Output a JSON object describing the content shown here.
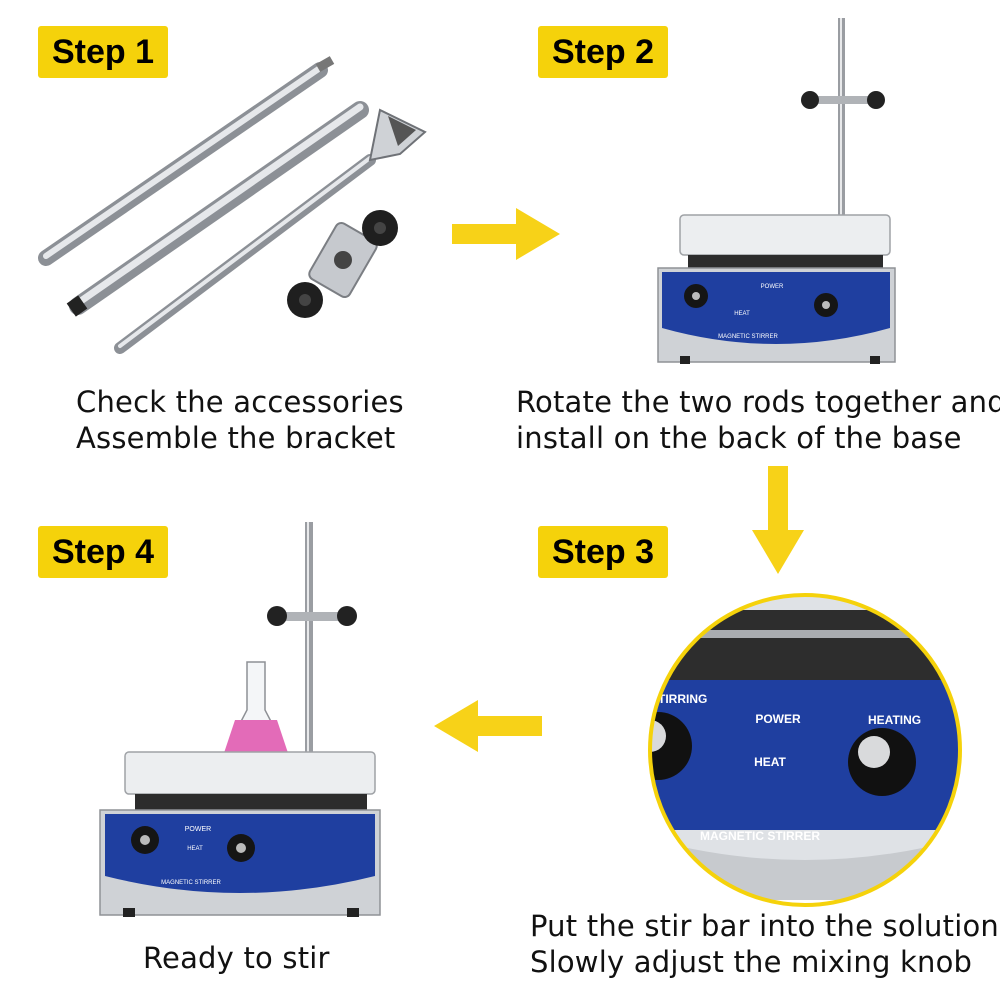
{
  "steps": {
    "step1": {
      "badge": "Step 1",
      "lines": [
        "Check the accessories",
        "Assemble the bracket"
      ]
    },
    "step2": {
      "badge": "Step 2",
      "lines": [
        "Rotate the two rods together and",
        "install on the back of the base"
      ]
    },
    "step3": {
      "badge": "Step 3",
      "lines": [
        "Put the stir bar into the solution",
        "Slowly adjust the mixing knob"
      ]
    },
    "step4": {
      "badge": "Step 4",
      "lines": [
        "Ready to stir"
      ]
    }
  },
  "device_labels": {
    "power": "POWER",
    "heat": "HEAT",
    "heating": "HEATING",
    "stirring": "STIRRING",
    "brand_panel": "MAGNETIC STIRRER"
  },
  "colors": {
    "badge_yellow": "#f5d20b",
    "arrow_yellow": "#f7d218",
    "panel_blue": "#1f3fa0",
    "steel": "#c9ccd0",
    "liquid_pink": "#e36bb8"
  }
}
